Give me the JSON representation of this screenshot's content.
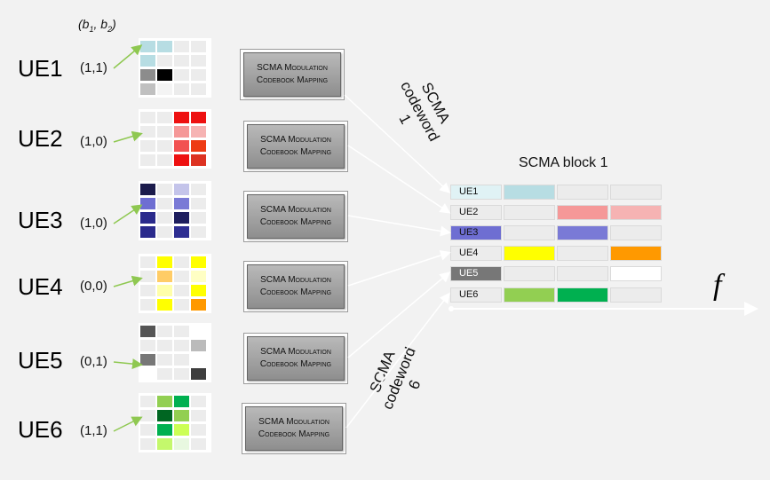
{
  "bits_header": "(b1, b2)",
  "users": [
    {
      "label": "UE1",
      "bits": "(1,1)",
      "codebook": [
        [
          "#b7dde3",
          "#b7dde3",
          "#ececec",
          "#ececec"
        ],
        [
          "#b7dde3",
          "#ececec",
          "#ececec",
          "#ececec"
        ],
        [
          "#8c8c8c",
          "#000000",
          "#ececec",
          "#ececec"
        ],
        [
          "#c0c0c0",
          "#f4f4f4",
          "#ececec",
          "#ececec"
        ]
      ]
    },
    {
      "label": "UE2",
      "bits": "(1,0)",
      "codebook": [
        [
          "#ececec",
          "#ececec",
          "#ee1111",
          "#ee1111"
        ],
        [
          "#ececec",
          "#ececec",
          "#f59898",
          "#f6b3b3"
        ],
        [
          "#ececec",
          "#ececec",
          "#f25252",
          "#ee3b14"
        ],
        [
          "#ececec",
          "#ececec",
          "#ee1111",
          "#dd3322"
        ]
      ]
    },
    {
      "label": "UE3",
      "bits": "(1,0)",
      "codebook": [
        [
          "#1c1c4c",
          "#ececec",
          "#c4c4ea",
          "#ececec"
        ],
        [
          "#6e6ed2",
          "#ececec",
          "#7a7ad6",
          "#ececec"
        ],
        [
          "#2a2a8c",
          "#ececec",
          "#1e1e5e",
          "#ececec"
        ],
        [
          "#2a2a8c",
          "#ececec",
          "#2e2e92",
          "#ececec"
        ]
      ]
    },
    {
      "label": "UE4",
      "bits": "(0,0)",
      "codebook": [
        [
          "#ececec",
          "#ffff00",
          "#ececec",
          "#ffff00"
        ],
        [
          "#ececec",
          "#ffcc66",
          "#ececec",
          "#ffffc4"
        ],
        [
          "#ececec",
          "#ffffaa",
          "#ececec",
          "#ffff00"
        ],
        [
          "#ececec",
          "#ffff00",
          "#ececec",
          "#ff9900"
        ]
      ]
    },
    {
      "label": "UE5",
      "bits": "(0,1)",
      "codebook": [
        [
          "#555555",
          "#ececec",
          "#ececec",
          "#ffffff"
        ],
        [
          "#ececec",
          "#ececec",
          "#ececec",
          "#bbbbbb"
        ],
        [
          "#777777",
          "#ececec",
          "#ececec",
          "#ffffff"
        ],
        [
          "#ffffff",
          "#ececec",
          "#ececec",
          "#3e3e3e"
        ]
      ]
    },
    {
      "label": "UE6",
      "bits": "(1,1)",
      "codebook": [
        [
          "#ececec",
          "#92cf52",
          "#00b050",
          "#ececec"
        ],
        [
          "#ececec",
          "#006622",
          "#92cf52",
          "#ececec"
        ],
        [
          "#ececec",
          "#00b050",
          "#ccff55",
          "#ececec"
        ],
        [
          "#ececec",
          "#c4f86c",
          "#e8f8e0",
          "#ececec"
        ]
      ]
    }
  ],
  "modulator": {
    "line1": "SCMA Modulation",
    "line2": "Codebook Mapping"
  },
  "block": {
    "title": "SCMA block 1",
    "rows": [
      {
        "label": "UE1",
        "label_color": "#e0f2f5",
        "cells": [
          "#b7dde3",
          "#ececec",
          "#ececec"
        ],
        "dark": false
      },
      {
        "label": "UE2",
        "label_color": "#ececec",
        "cells": [
          "#ececec",
          "#f59898",
          "#f6b3b3"
        ],
        "dark": false
      },
      {
        "label": "UE3",
        "label_color": "#6e6ed2",
        "cells": [
          "#ececec",
          "#7a7ad6",
          "#ececec"
        ],
        "dark": false
      },
      {
        "label": "UE4",
        "label_color": "#ececec",
        "cells": [
          "#ffff00",
          "#ececec",
          "#ff9900"
        ],
        "dark": false
      },
      {
        "label": "UE5",
        "label_color": "#777777",
        "cells": [
          "#ececec",
          "#ececec",
          "#ffffff"
        ],
        "dark": true
      },
      {
        "label": "UE6",
        "label_color": "#ececec",
        "cells": [
          "#92cf52",
          "#00b050",
          "#ececec"
        ],
        "dark": false
      }
    ]
  },
  "codeword1": {
    "line1": "SCMA",
    "line2": "codeword",
    "line3": "1"
  },
  "codeword6": {
    "line1": "SCMA",
    "line2": "codeword",
    "line3": "6"
  },
  "axis_label": "f",
  "colors": {
    "arrow": "#8fc851",
    "line": "#ffffff"
  }
}
